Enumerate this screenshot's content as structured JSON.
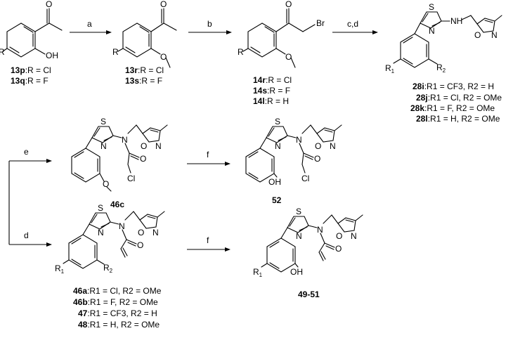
{
  "atoms": {
    "O": "O",
    "R": "R",
    "OH": "OH",
    "Br": "Br",
    "S": "S",
    "N": "N",
    "NH": "NH",
    "Cl": "Cl",
    "R1": "R",
    "R2": "R",
    "sub1": "1",
    "sub2": "2"
  },
  "steps": {
    "a": "a",
    "b": "b",
    "cd": "c,d",
    "e": "e",
    "f": "f",
    "d": "d"
  },
  "compounds": {
    "c13": [
      {
        "id": "13p",
        "text": "R = Cl"
      },
      {
        "id": "13q",
        "text": "R = F"
      }
    ],
    "c13b": [
      {
        "id": "13r",
        "text": "R = Cl"
      },
      {
        "id": "13s",
        "text": "R = F"
      }
    ],
    "c14": [
      {
        "id": "14r",
        "text": "R = Cl"
      },
      {
        "id": "14s",
        "text": "R = F"
      },
      {
        "id": "14l",
        "text": "R = H"
      }
    ],
    "c28": [
      {
        "id": "28i",
        "text": "R1 = CF3, R2 = H"
      },
      {
        "id": "28j",
        "text": "R1 = Cl, R2 = OMe"
      },
      {
        "id": "28k",
        "text": "R1 = F, R2 = OMe"
      },
      {
        "id": "28l",
        "text": "R1 = H, R2 = OMe"
      }
    ],
    "c46c": "46c",
    "c52": "52",
    "c46": [
      {
        "id": "46a",
        "text": "R1 = Cl, R2 = OMe"
      },
      {
        "id": "46b",
        "text": "R1 = F, R2 = OMe"
      },
      {
        "id": "47",
        "text": "R1 = CF3, R2 = H"
      },
      {
        "id": "48",
        "text": "R1 = H, R2 = OMe"
      }
    ],
    "c4951": "49-51"
  }
}
